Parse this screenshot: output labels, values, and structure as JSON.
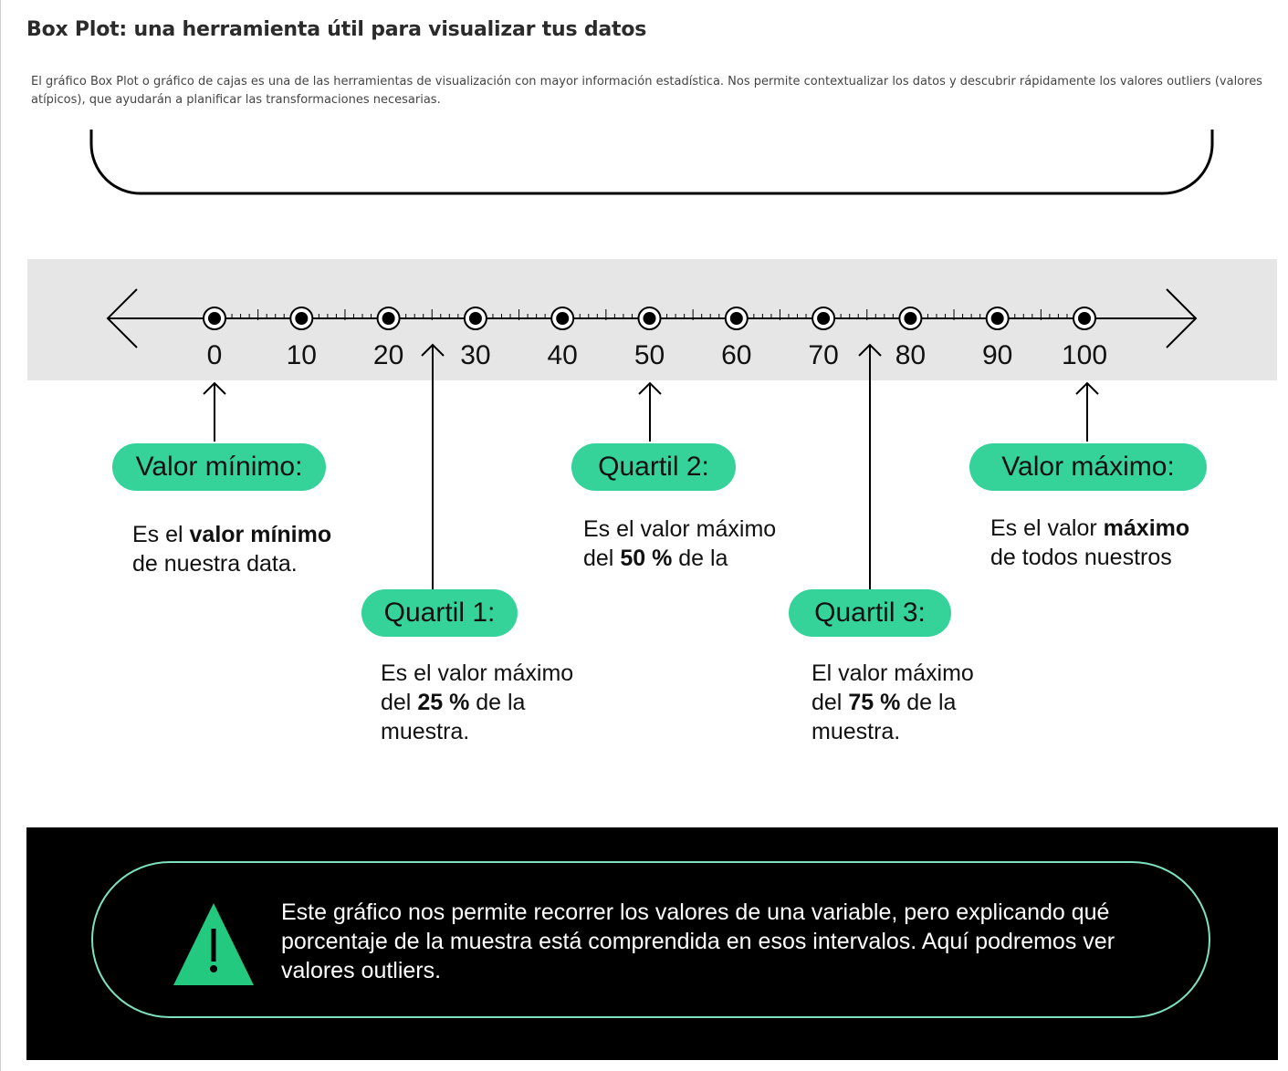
{
  "title": "Box Plot: una herramienta útil para visualizar tus datos",
  "intro": "El gráfico Box Plot o gráfico de cajas es una de las herramientas de visualización con mayor información estadística. Nos permite contextualizar los datos y descubrir rápidamente los valores outliers (valores atípicos), que ayudarán a planificar las transformaciones necesarias.",
  "axis": {
    "ticks": [
      "0",
      "10",
      "20",
      "30",
      "40",
      "50",
      "60",
      "70",
      "80",
      "90",
      "100"
    ]
  },
  "cards": {
    "min": {
      "label": "Valor mínimo:",
      "pre": "Es el ",
      "bold": "valor mínimo",
      "post": " de nuestra data."
    },
    "q1": {
      "label": "Quartil 1:",
      "pre": "Es el valor máximo del ",
      "bold": "25 %",
      "post": " de la muestra."
    },
    "q2": {
      "label": "Quartil 2:",
      "pre": "Es el valor máximo del ",
      "bold": "50 %",
      "post": " de la"
    },
    "q3": {
      "label": "Quartil 3:",
      "pre": "El valor máximo del ",
      "bold": "75 %",
      "post": " de la muestra."
    },
    "max": {
      "label": "Valor máximo:",
      "pre": "Es el valor ",
      "bold": "máximo",
      "post": " de todos nuestros"
    }
  },
  "note": "Este gráfico nos permite recorrer los valores de una variable, pero explicando qué porcentaje de la muestra está comprendida en esos intervalos. Aquí podremos ver valores outliers.",
  "colors": {
    "accent": "#35d39a",
    "band": "#e6e6e6",
    "note_bg": "#000000",
    "note_outline": "#7fe0bd"
  },
  "icons": {
    "warning": "warning-triangle-icon"
  }
}
